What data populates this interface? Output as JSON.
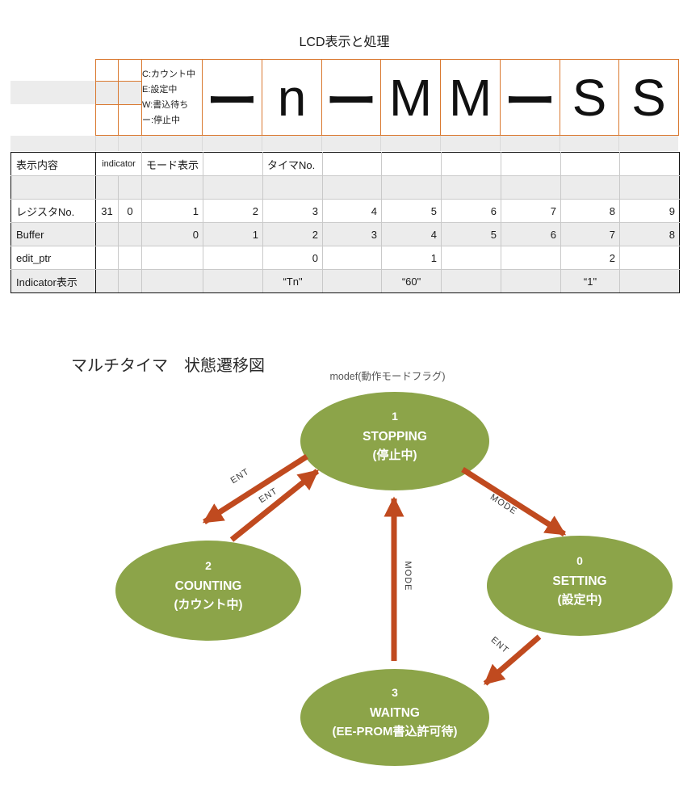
{
  "lcd": {
    "title": "LCD表示と処理",
    "legend_lines": [
      "C:カウント中",
      "E:設定中",
      "W:書込待ち",
      "ー:停止中"
    ],
    "cells": [
      "ー",
      "n",
      "ー",
      "M",
      "M",
      "ー",
      "S",
      "S"
    ]
  },
  "table": {
    "rows": [
      {
        "label": "表示内容",
        "indicator": "indicator",
        "d": [
          "モード表示",
          "",
          "タイマNo.",
          "",
          "",
          "",
          "",
          "",
          ""
        ]
      },
      {
        "label": "",
        "n1": "",
        "n2": "",
        "d": [
          "",
          "",
          "",
          "",
          "",
          "",
          "",
          "",
          ""
        ]
      },
      {
        "label": "レジスタNo.",
        "n1": "31",
        "n2": "0",
        "d": [
          "1",
          "2",
          "3",
          "4",
          "5",
          "6",
          "7",
          "8",
          "9"
        ]
      },
      {
        "label": "Buffer",
        "n1": "",
        "n2": "",
        "d": [
          "0",
          "1",
          "2",
          "3",
          "4",
          "5",
          "6",
          "7",
          "8"
        ]
      },
      {
        "label": "edit_ptr",
        "n1": "",
        "n2": "",
        "d": [
          "",
          "",
          "0",
          "",
          "1",
          "",
          "",
          "2",
          ""
        ]
      },
      {
        "label": "Indicator表示",
        "n1": "",
        "n2": "",
        "d": [
          "",
          "",
          "“Tn\"",
          "",
          "“60\"",
          "",
          "",
          "“1\"",
          ""
        ]
      }
    ]
  },
  "diagram": {
    "title": "マルチタイマ　状態遷移図",
    "flag_label": "modef(動作モードフラグ)",
    "states": [
      {
        "num": "1",
        "name": "STOPPING",
        "ja": "(停止中)"
      },
      {
        "num": "2",
        "name": "COUNTING",
        "ja": "(カウント中)"
      },
      {
        "num": "0",
        "name": "SETTING",
        "ja": "(設定中)"
      },
      {
        "num": "3",
        "name": "WAITNG",
        "ja": "(EE-PROM書込許可待)"
      }
    ],
    "edges": [
      {
        "label": "ENT"
      },
      {
        "label": "ENT"
      },
      {
        "label": "MODE"
      },
      {
        "label": "MODE"
      },
      {
        "label": "ENT"
      }
    ]
  },
  "colors": {
    "green": "#8ca449",
    "arrow": "#c04a1f",
    "grid_orange": "#d9782f"
  }
}
